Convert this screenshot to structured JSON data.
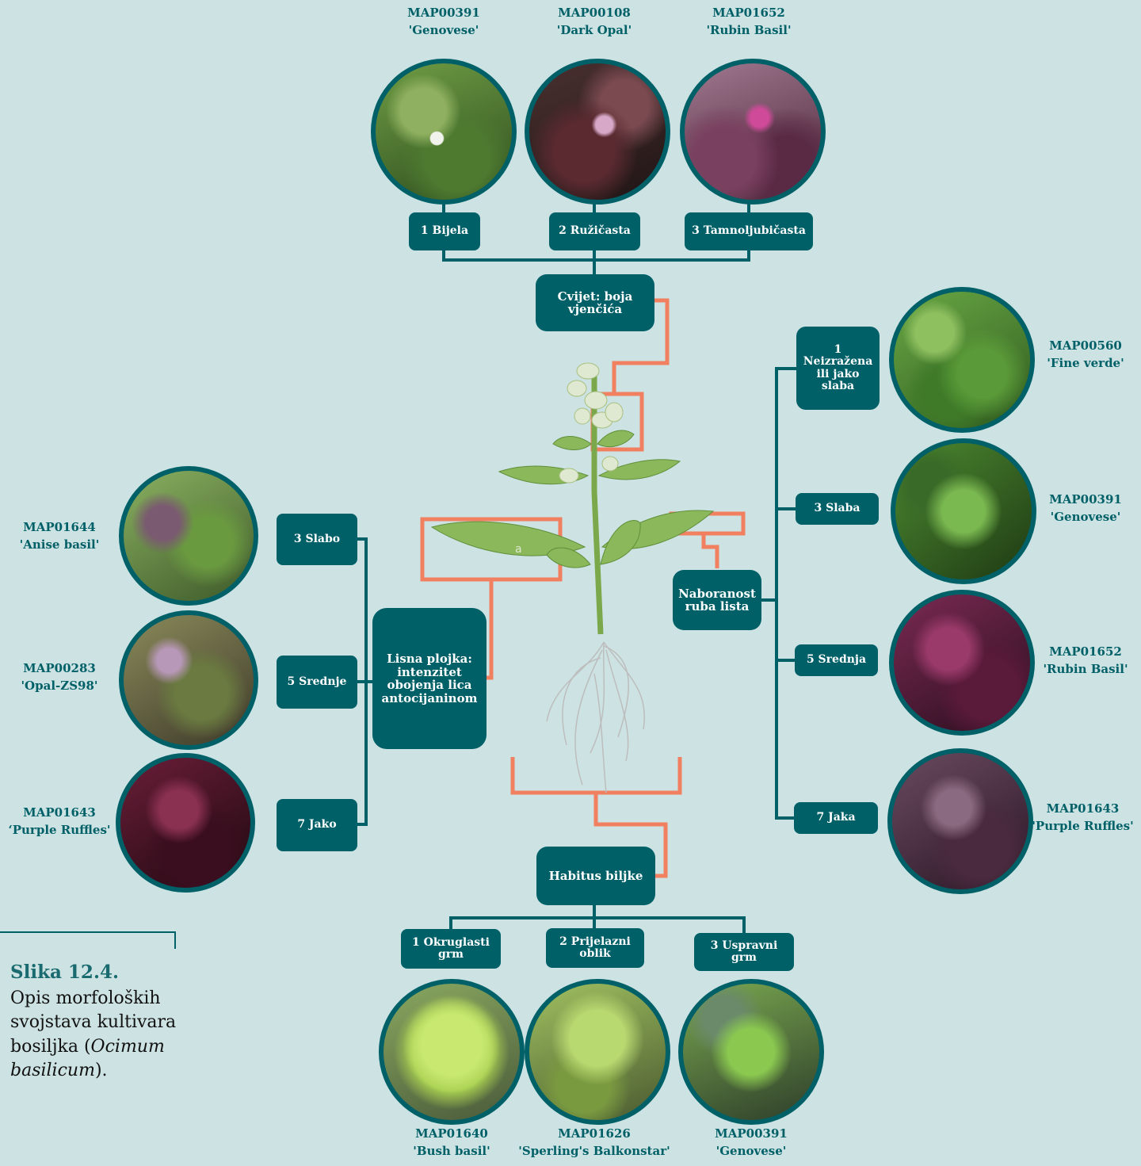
{
  "colors": {
    "background": "#cde2e2",
    "teal": "#006068",
    "orange": "#f08060",
    "plant_leaf": "#8ab85a",
    "plant_root": "#bbbbbb"
  },
  "characters": {
    "flower": {
      "title": "Cvijet: boja\nvjenčića",
      "options": [
        {
          "label": "1 Bijela",
          "code": "MAP00391",
          "cultivar": "'Genovese'",
          "photo": "white-flowering-basil"
        },
        {
          "label": "2 Ružičasta",
          "code": "MAP00108",
          "cultivar": "'Dark Opal'",
          "photo": "pink-flowering-basil"
        },
        {
          "label": "3 Tamnoljubičasta",
          "code": "MAP01652",
          "cultivar": "'Rubin Basil'",
          "photo": "dark-purple-flowering-basil"
        }
      ]
    },
    "leaf_margin": {
      "title": "Naboranost\nruba lista",
      "options": [
        {
          "label": "1\nNeizražena\nili jako\nslaba",
          "code": "MAP00560",
          "cultivar": "'Fine verde'",
          "photo": "small-green-leaves"
        },
        {
          "label": "3 Slaba",
          "code": "MAP00391",
          "cultivar": "'Genovese'",
          "photo": "smooth-green-leaves"
        },
        {
          "label": "5 Srednja",
          "code": "MAP01652",
          "cultivar": "'Rubin Basil'",
          "photo": "purple-wavy-leaves"
        },
        {
          "label": "7 Jaka",
          "code": "MAP01643",
          "cultivar": "'Purple Ruffles'",
          "photo": "purple-ruffled-leaves"
        }
      ]
    },
    "leaf_blade": {
      "title": "Lisna plojka:\nintenzitet\nobojenja lica\nantocijaninom",
      "options": [
        {
          "label": "3 Slabo",
          "code": "MAP01644",
          "cultivar": "'Anise basil'",
          "photo": "green-purple-leaves"
        },
        {
          "label": "5 Srednje",
          "code": "MAP00283",
          "cultivar": "'Opal-ZS98'",
          "photo": "mottled-purple-leaves"
        },
        {
          "label": "7 Jako",
          "code": "MAP01643",
          "cultivar": "‘Purple Ruffles'",
          "photo": "deep-purple-leaves"
        }
      ]
    },
    "habit": {
      "title": "Habitus biljke",
      "options": [
        {
          "label": "1 Okruglasti\ngrm",
          "code": "MAP01640",
          "cultivar": "'Bush basil'",
          "photo": "round-bush-basil"
        },
        {
          "label": "2 Prijelazni\noblik",
          "code": "MAP01626",
          "cultivar": "'Sperling's Balkonstar'",
          "photo": "intermediate-basil"
        },
        {
          "label": "3 Uspravni\ngrm",
          "code": "MAP00391",
          "cultivar": "'Genovese'",
          "photo": "upright-bush-basil"
        }
      ]
    }
  },
  "plant": {
    "leaf_mark": "a"
  },
  "caption": {
    "title": "Slika 12.4.",
    "text_before": "Opis morfoloških svojstava kultivara bosiljka (",
    "species": "Ocimum basilicum",
    "text_after": ")."
  }
}
